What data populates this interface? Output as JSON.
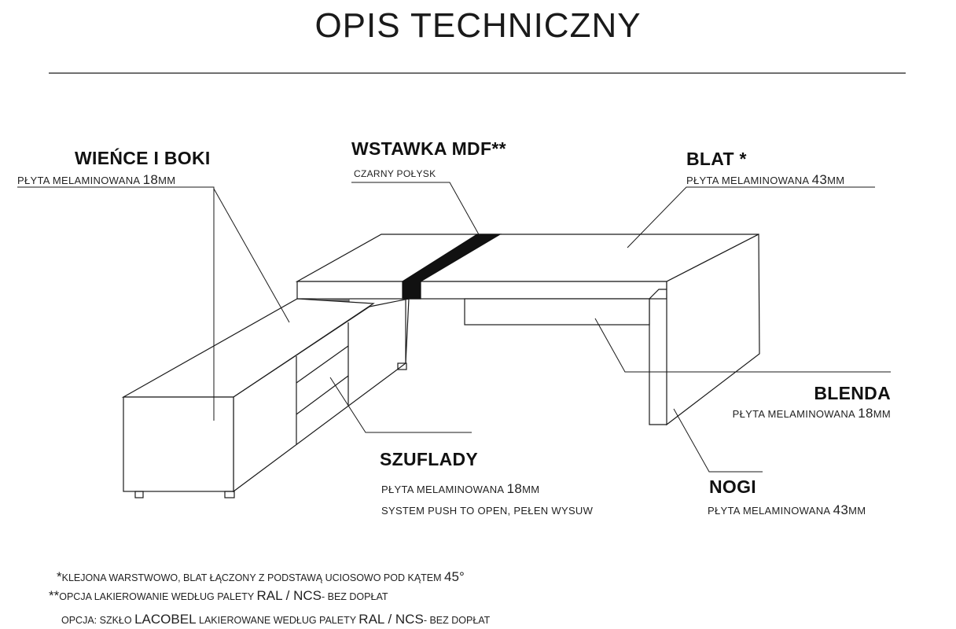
{
  "title": "OPIS TECHNICZNY",
  "labels": {
    "wience": {
      "heading": "WIEŃCE I BOKI",
      "sub": {
        "text": "PŁYTA MELAMINOWANA ",
        "value": "18",
        "unit": "MM"
      }
    },
    "wstawka": {
      "heading": "WSTAWKA MDF**",
      "sub": "CZARNY POŁYSK"
    },
    "blat": {
      "heading": "BLAT *",
      "sub": {
        "text": "PŁYTA MELAMINOWANA ",
        "value": "43",
        "unit": "MM"
      }
    },
    "blenda": {
      "heading": "BLENDA",
      "sub": {
        "text": "PŁYTA MELAMINOWANA ",
        "value": "18",
        "unit": "MM"
      }
    },
    "szuflady": {
      "heading": "SZUFLADY",
      "sub": {
        "text": "PŁYTA MELAMINOWANA ",
        "value": "18",
        "unit": "MM"
      },
      "sub2": "SYSTEM PUSH TO OPEN, PEŁEN WYSUW"
    },
    "nogi": {
      "heading": "NOGI",
      "sub": {
        "text": "PŁYTA MELAMINOWANA ",
        "value": "43",
        "unit": "MM"
      }
    }
  },
  "footnotes": {
    "f1": {
      "mark": "*",
      "text": "KLEJONA WARSTWOWO, BLAT ŁĄCZONY Z PODSTAWĄ UCIOSOWO POD KĄTEM ",
      "value": "45°"
    },
    "f2": {
      "mark": "**",
      "text": "OPCJA LAKIEROWANIE WEDŁUG PALETY ",
      "value": "RAL / NCS",
      "tail": "- BEZ DOPŁAT"
    },
    "f3": {
      "text": "OPCJA: SZKŁO ",
      "brand": "LACOBEL",
      "text2": " LAKIEROWANE WEDŁUG PALETY ",
      "value": "RAL / NCS",
      "tail": "- BEZ DOPŁAT"
    }
  },
  "colors": {
    "stripe": "#111111",
    "line": "#1a1a1a",
    "connector": "#666666"
  }
}
